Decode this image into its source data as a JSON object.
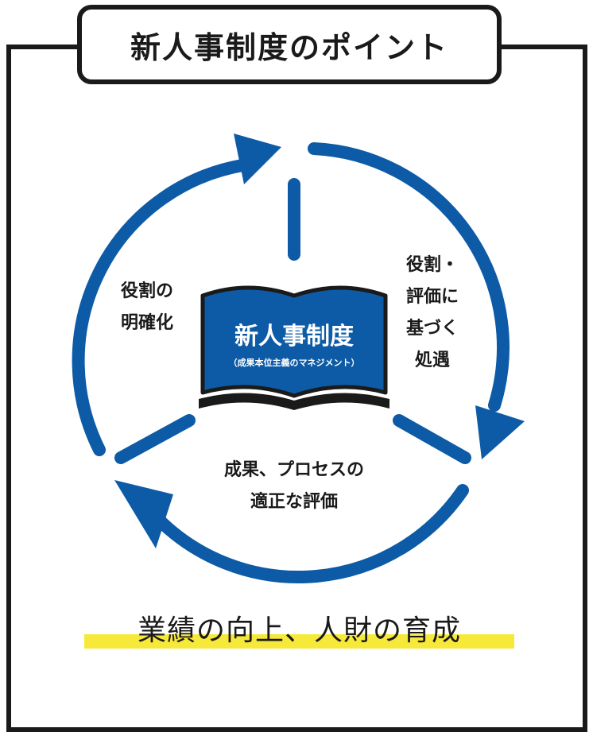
{
  "header": {
    "title": "新人事制度のポイント"
  },
  "center": {
    "title": "新人事制度",
    "subtitle": "（成果本位主義のマネジメント）"
  },
  "cycle": {
    "left_label": [
      "役割の",
      "明確化"
    ],
    "right_label": [
      "役割・",
      "評価に",
      "基づく",
      "処遇"
    ],
    "bottom_label": [
      "成果、プロセスの",
      "適正な評価"
    ]
  },
  "outcome": {
    "text": "業績の向上、人財の育成"
  },
  "colors": {
    "accent": "#0d5ba6",
    "highlight": "#f7e93a",
    "frame": "#1a1a1a"
  }
}
